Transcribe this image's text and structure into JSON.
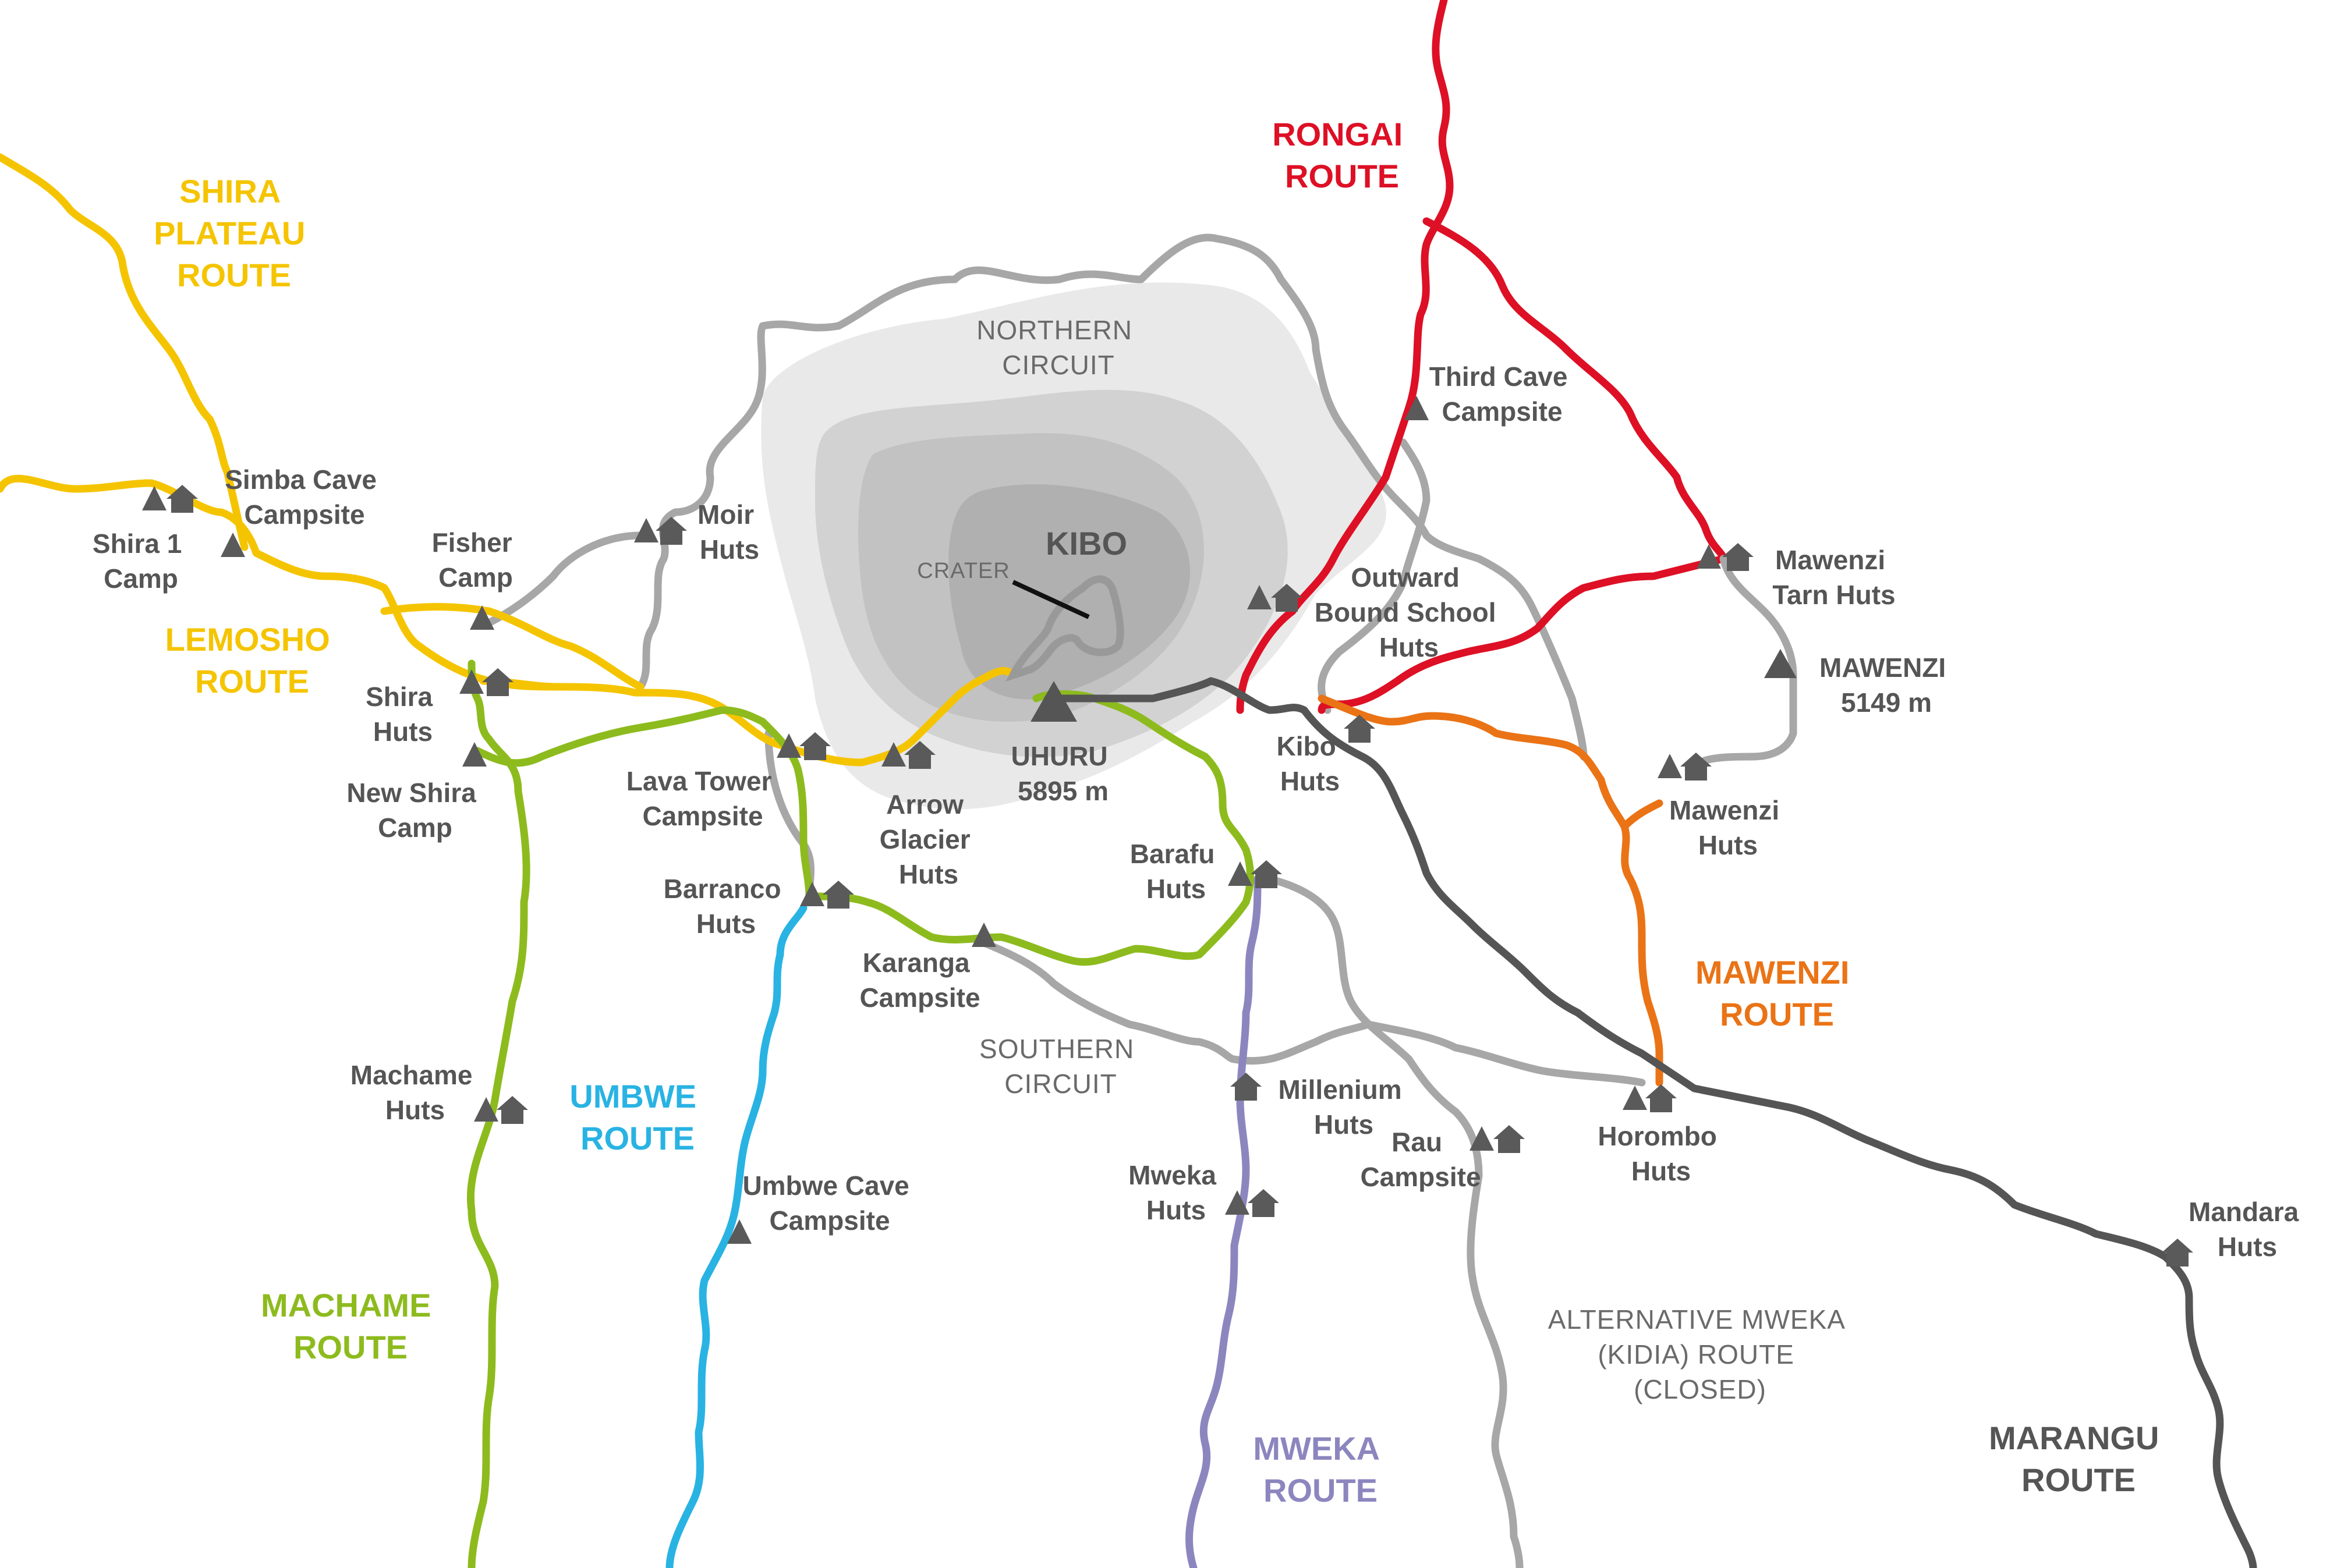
{
  "colors": {
    "shira": "#f5c400",
    "lemosho": "#f5c400",
    "machame": "#8dbb1e",
    "umbwe": "#29b3e3",
    "mweka": "#8c86bf",
    "rongai": "#dd1025",
    "mawenzi": "#ea7316",
    "marangu": "#555555",
    "circuit": "#a7a7a7",
    "crater_light": "#e9e9e9",
    "crater_mid": "#d2d2d2",
    "crater_dark": "#b5b5b5",
    "icon": "#5a5a5a"
  },
  "routes": {
    "shira": {
      "name_lines": [
        "SHIRA",
        "PLATEAU",
        "ROUTE"
      ]
    },
    "lemosho": {
      "name_lines": [
        "LEMOSHO",
        "ROUTE"
      ]
    },
    "machame": {
      "name_lines": [
        "MACHAME",
        "ROUTE"
      ]
    },
    "umbwe": {
      "name_lines": [
        "UMBWE",
        "ROUTE"
      ]
    },
    "rongai": {
      "name_lines": [
        "RONGAI",
        "ROUTE"
      ]
    },
    "mawenzi": {
      "name_lines": [
        "MAWENZI",
        "ROUTE"
      ]
    },
    "mweka": {
      "name_lines": [
        "MWEKA",
        "ROUTE"
      ]
    },
    "marangu": {
      "name_lines": [
        "MARANGU",
        "ROUTE"
      ]
    },
    "alt_mweka": {
      "name_lines": [
        "ALTERNATIVE MWEKA",
        "(KIDIA) ROUTE",
        "(CLOSED)"
      ]
    }
  },
  "areas": {
    "northern_circuit": [
      "NORTHERN",
      "CIRCUIT"
    ],
    "southern_circuit": [
      "SOUTHERN",
      "CIRCUIT"
    ],
    "crater": "CRATER",
    "kibo": "KIBO"
  },
  "peaks": {
    "uhuru": [
      "UHURU",
      "5895 m"
    ],
    "mawenzi": [
      "MAWENZI",
      "5149 m"
    ]
  },
  "places": {
    "shira1": [
      "Shira 1",
      "Camp"
    ],
    "simba_cave": [
      "Simba Cave",
      "Campsite"
    ],
    "fisher": [
      "Fisher",
      "Camp"
    ],
    "moir": [
      "Moir",
      "Huts"
    ],
    "shira_huts": [
      "Shira",
      "Huts"
    ],
    "new_shira": [
      "New Shira",
      "Camp"
    ],
    "lava_tower": [
      "Lava Tower",
      "Campsite"
    ],
    "arrow_glacier": [
      "Arrow",
      "Glacier",
      "Huts"
    ],
    "barranco": [
      "Barranco",
      "Huts"
    ],
    "karanga": [
      "Karanga",
      "Campsite"
    ],
    "barafu": [
      "Barafu",
      "Huts"
    ],
    "machame_huts": [
      "Machame",
      "Huts"
    ],
    "umbwe_cave": [
      "Umbwe Cave",
      "Campsite"
    ],
    "millenium": [
      "Millenium",
      "Huts"
    ],
    "mweka_huts": [
      "Mweka",
      "Huts"
    ],
    "rau": [
      "Rau",
      "Campsite"
    ],
    "horombo": [
      "Horombo",
      "Huts"
    ],
    "mandara": [
      "Mandara",
      "Huts"
    ],
    "kibo_huts": [
      "Kibo",
      "Huts"
    ],
    "outward_bound": [
      "Outward",
      "Bound School",
      "Huts"
    ],
    "third_cave": [
      "Third Cave",
      "Campsite"
    ],
    "mawenzi_tarn": [
      "Mawenzi",
      "Tarn Huts"
    ],
    "mawenzi_huts": [
      "Mawenzi",
      "Huts"
    ]
  }
}
